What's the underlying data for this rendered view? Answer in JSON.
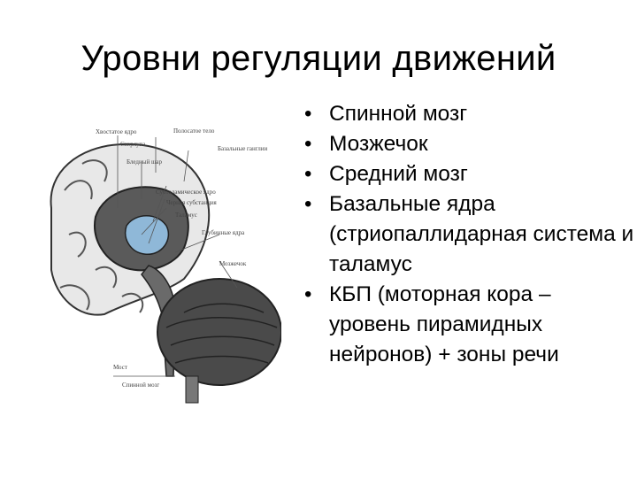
{
  "slide": {
    "title": "Уровни регуляции движений"
  },
  "bullets": [
    "Спинной мозг",
    "Мозжечок",
    "Средний мозг",
    "Базальные ядра (стриопаллидарная система и таламус",
    "КБП (моторная кора – уровень пирамидных нейронов) + зоны речи"
  ],
  "figure_labels": {
    "l1": "Хвостатое ядро",
    "l2": "Полосатое тело",
    "l3": "Скорлупа",
    "l4": "Бледный шар",
    "l5": "Базальные ганглии",
    "l6": "Субталамическое ядро",
    "l7": "Черная субстанция",
    "l8": "Таламус",
    "l9": "Глубинные ядра",
    "l10": "Мозжечок",
    "l11": "Мост",
    "l12": "Спинной мозг"
  }
}
